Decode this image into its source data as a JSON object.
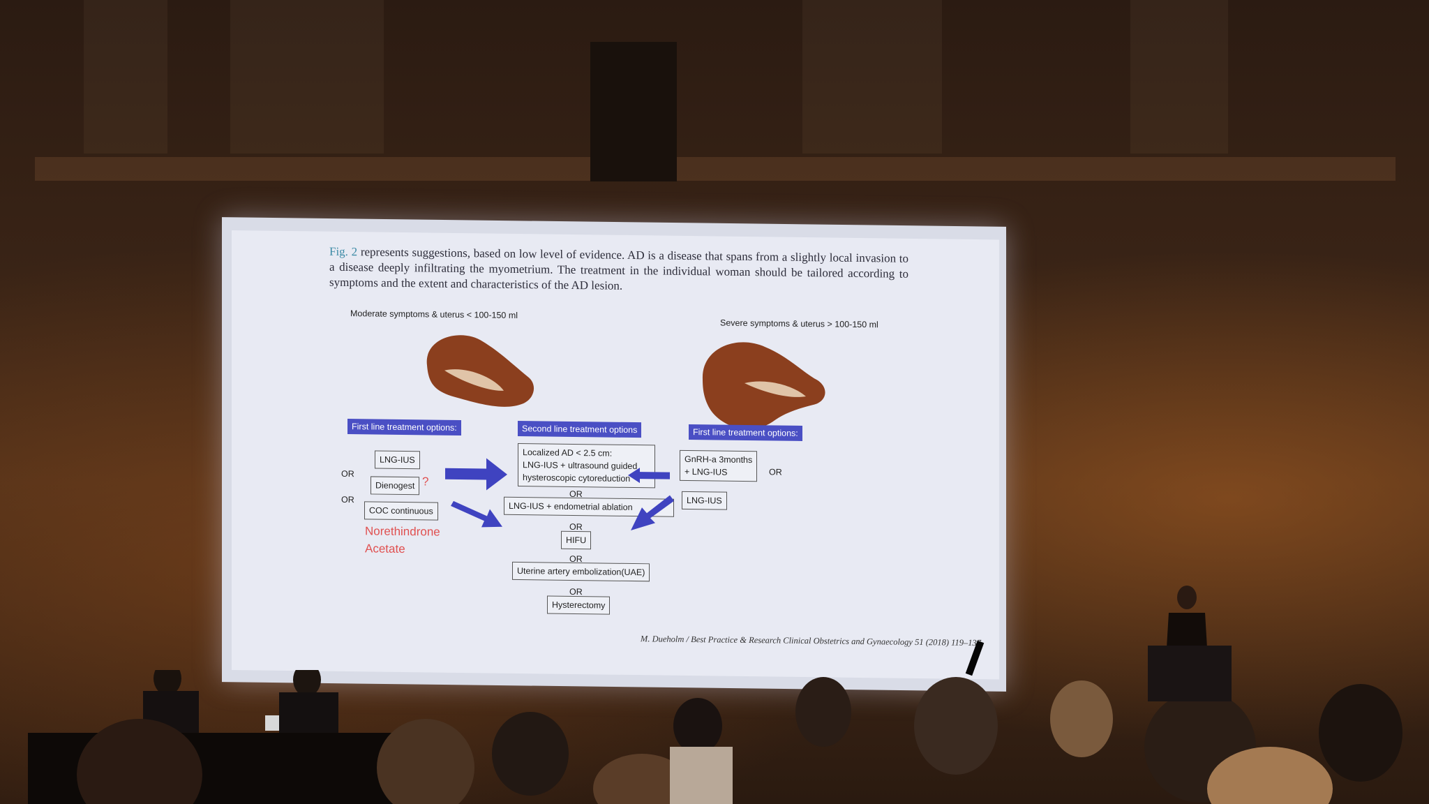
{
  "slide": {
    "intro_fig_ref": "Fig. 2",
    "intro_text": " represents suggestions, based on low level of evidence. AD is a disease that spans from a slightly local invasion to a disease deeply infiltrating the myometrium. The treatment in the individual woman should be tailored according to symptoms and the extent and characteristics of the AD lesion.",
    "left_caption": "Moderate symptoms  & uterus < 100-150 ml",
    "right_caption": "Severe symptoms & uterus  > 100-150 ml",
    "left_label": "First line treatment options:",
    "middle_label": "Second line treatment options",
    "right_label": "First line treatment options:",
    "left_options": [
      "LNG-IUS",
      "Dienogest",
      "COC continuous"
    ],
    "question_mark": "?",
    "or": "OR",
    "red_note_line1": "Norethindrone",
    "red_note_line2": "Acetate",
    "middle_options": {
      "localized_line1": "Localized AD < 2.5 cm:",
      "localized_line2": "LNG-IUS + ultrasound guided",
      "localized_line3": "hysteroscopic cytoreduction",
      "ablation": "LNG-IUS + endometrial ablation",
      "hifu": "HIFU",
      "uae": "Uterine artery embolization(UAE)",
      "hysterectomy": "Hysterectomy"
    },
    "right_options": {
      "gnrh_line1": "GnRH-a 3months",
      "gnrh_line2": "+ LNG-IUS",
      "lng": "LNG-IUS"
    },
    "citation": "M. Dueholm / Best Practice & Research Clinical Obstetrics and Gynaecology 51 (2018) 119–137"
  },
  "colors": {
    "label_blue": "#4a4fc4",
    "arrow_blue": "#3f43c0",
    "uterus_brown": "#8b3f1e",
    "red_note": "#e05050",
    "fig_ref_teal": "#3b8aa5"
  }
}
